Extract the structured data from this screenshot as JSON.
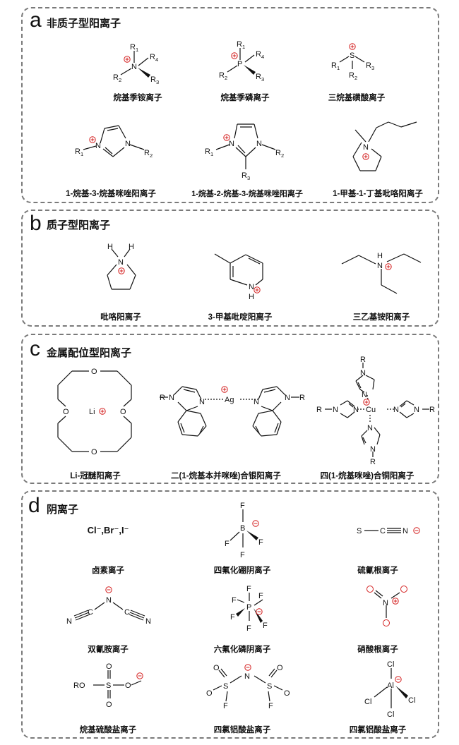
{
  "panels": [
    {
      "letter": "a",
      "title": "非质子型阳离子",
      "structures": [
        {
          "caption": "烷基季铵离子"
        },
        {
          "caption": "烷基季磷离子"
        },
        {
          "caption": "三烷基磺酸离子"
        },
        {
          "caption": "1-烷基-3-烷基咪唑阳离子"
        },
        {
          "caption": "1-烷基-2-烷基-3-烷基咪唑阳离子"
        },
        {
          "caption": "1-甲基-1-丁基吡咯阳离子"
        }
      ]
    },
    {
      "letter": "b",
      "title": "质子型阳离子",
      "structures": [
        {
          "caption": "吡咯阳离子"
        },
        {
          "caption": "3-甲基吡啶阳离子"
        },
        {
          "caption": "三乙基铵阳离子"
        }
      ]
    },
    {
      "letter": "c",
      "title": "金属配位型阳离子",
      "structures": [
        {
          "caption": "Li-冠醚阳离子"
        },
        {
          "caption": "二(1-烷基本并咪唑)合银阳离子"
        },
        {
          "caption": "四(1-烷基咪唑)合铜阳离子"
        }
      ]
    },
    {
      "letter": "d",
      "title": "阴离子",
      "structures": [
        {
          "caption": "卤素离子",
          "formula": "Cl⁻,Br⁻,I⁻"
        },
        {
          "caption": "四氟化硼阴离子"
        },
        {
          "caption": "硫氰根离子"
        },
        {
          "caption": "双氰胺离子"
        },
        {
          "caption": "六氟化磷阴离子"
        },
        {
          "caption": "硝酸根离子"
        },
        {
          "caption": "烷基硫酸盐离子"
        },
        {
          "caption": "四氯铝酸盐离子"
        },
        {
          "caption": "四氯铝酸盐离子"
        }
      ]
    }
  ],
  "colors": {
    "charge": "#d42020",
    "border": "#7a7a7a",
    "ink": "#111111"
  }
}
